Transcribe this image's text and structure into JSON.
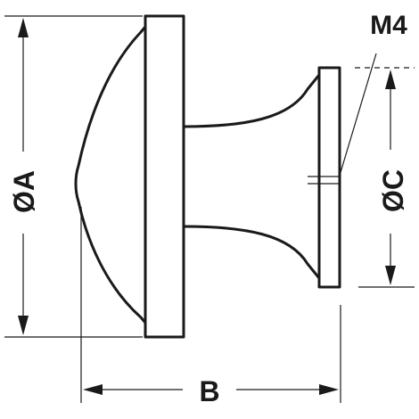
{
  "drawing": {
    "labels": {
      "diameter_a": "ØA",
      "length_b": "B",
      "diameter_c": "ØC",
      "thread": "M4"
    },
    "colors": {
      "line": "#1a1a1a",
      "background": "#ffffff"
    }
  }
}
